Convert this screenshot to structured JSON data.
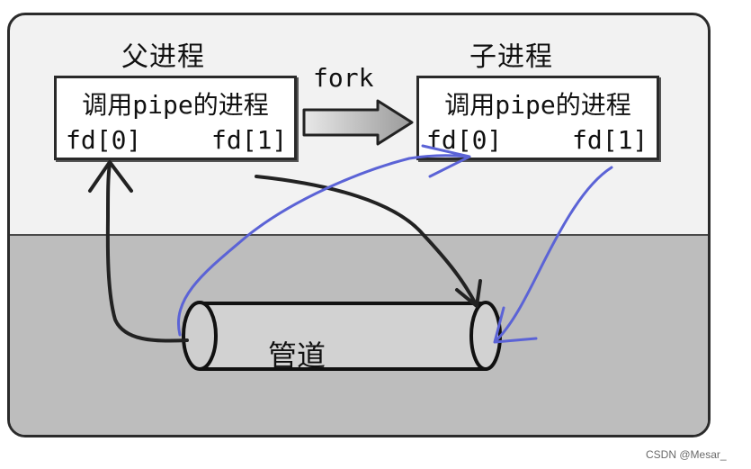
{
  "parent_process": {
    "title": "父进程",
    "label": "调用pipe的进程",
    "fd0": "fd[0]",
    "fd1": "fd[1]"
  },
  "child_process": {
    "title": "子进程",
    "label": "调用pipe的进程",
    "fd0": "fd[0]",
    "fd1": "fd[1]"
  },
  "fork_label": "fork",
  "pipe_label": "管道",
  "watermark": "CSDN @Mesar_",
  "colors": {
    "parent_arrows": "#222222",
    "child_arrows": "#5b63d6",
    "kernel_region": "#bdbdbd"
  }
}
